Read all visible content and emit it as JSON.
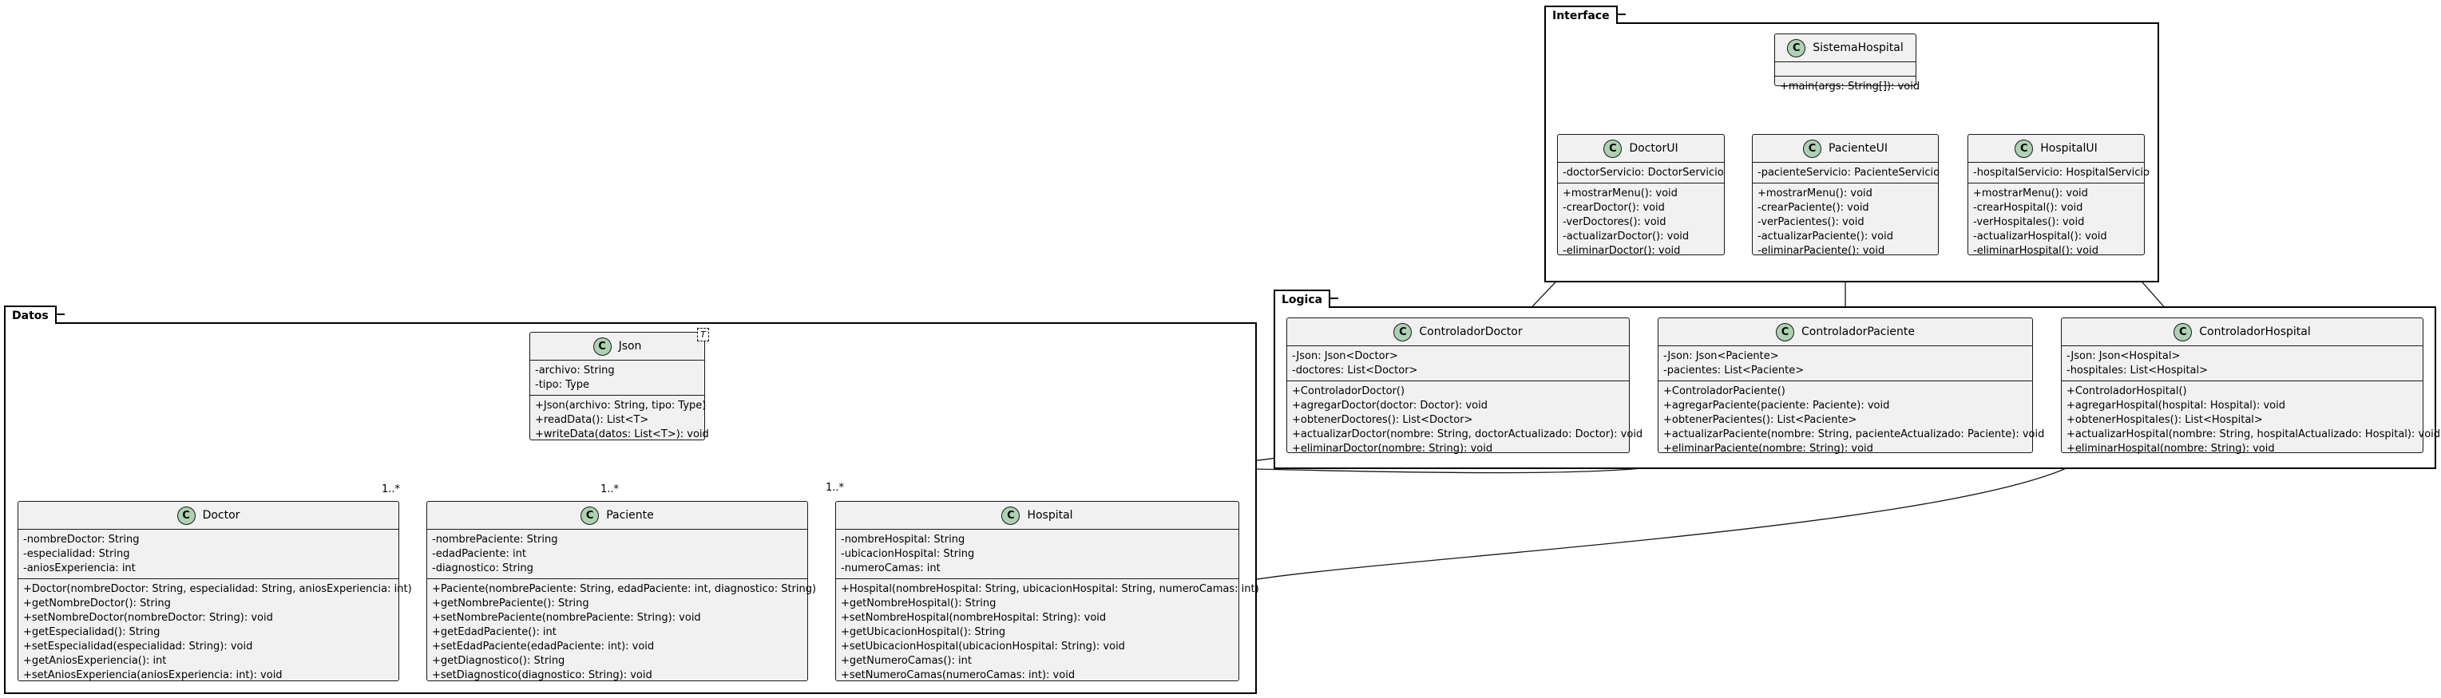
{
  "packages": {
    "interface": "Interface",
    "logica": "Logica",
    "datos": "Datos"
  },
  "class_icon": "C",
  "classes": {
    "sistema": {
      "name": "SistemaHospital",
      "attributes": [],
      "methods": [
        "+main(args: String[]): void"
      ]
    },
    "doctorui": {
      "name": "DoctorUI",
      "attributes": [
        "-doctorServicio: DoctorServicio"
      ],
      "methods": [
        "+mostrarMenu(): void",
        "-crearDoctor(): void",
        "-verDoctores(): void",
        "-actualizarDoctor(): void",
        "-eliminarDoctor(): void"
      ]
    },
    "pacienteui": {
      "name": "PacienteUI",
      "attributes": [
        "-pacienteServicio: PacienteServicio"
      ],
      "methods": [
        "+mostrarMenu(): void",
        "-crearPaciente(): void",
        "-verPacientes(): void",
        "-actualizarPaciente(): void",
        "-eliminarPaciente(): void"
      ]
    },
    "hospitalui": {
      "name": "HospitalUI",
      "attributes": [
        "-hospitalServicio: HospitalServicio"
      ],
      "methods": [
        "+mostrarMenu(): void",
        "-crearHospital(): void",
        "-verHospitales(): void",
        "-actualizarHospital(): void",
        "-eliminarHospital(): void"
      ]
    },
    "ctrldoctor": {
      "name": "ControladorDoctor",
      "attributes": [
        "-Json: Json<Doctor>",
        "-doctores: List<Doctor>"
      ],
      "methods": [
        "+ControladorDoctor()",
        "+agregarDoctor(doctor: Doctor): void",
        "+obtenerDoctores(): List<Doctor>",
        "+actualizarDoctor(nombre: String, doctorActualizado: Doctor): void",
        "+eliminarDoctor(nombre: String): void"
      ]
    },
    "ctrlpaciente": {
      "name": "ControladorPaciente",
      "attributes": [
        "-Json: Json<Paciente>",
        "-pacientes: List<Paciente>"
      ],
      "methods": [
        "+ControladorPaciente()",
        "+agregarPaciente(paciente: Paciente): void",
        "+obtenerPacientes(): List<Paciente>",
        "+actualizarPaciente(nombre: String, pacienteActualizado: Paciente): void",
        "+eliminarPaciente(nombre: String): void"
      ]
    },
    "ctrlhospital": {
      "name": "ControladorHospital",
      "attributes": [
        "-Json: Json<Hospital>",
        "-hospitales: List<Hospital>"
      ],
      "methods": [
        "+ControladorHospital()",
        "+agregarHospital(hospital: Hospital): void",
        "+obtenerHospitales(): List<Hospital>",
        "+actualizarHospital(nombre: String, hospitalActualizado: Hospital): void",
        "+eliminarHospital(nombre: String): void"
      ]
    },
    "json": {
      "name": "Json",
      "generic": "T",
      "attributes": [
        "-archivo: String",
        "-tipo: Type"
      ],
      "methods": [
        "+Json(archivo: String, tipo: Type)",
        "+readData(): List<T>",
        "+writeData(datos: List<T>): void"
      ]
    },
    "doctor": {
      "name": "Doctor",
      "attributes": [
        "-nombreDoctor: String",
        "-especialidad: String",
        "-aniosExperiencia: int"
      ],
      "methods": [
        "+Doctor(nombreDoctor: String, especialidad: String, aniosExperiencia: int)",
        "+getNombreDoctor(): String",
        "+setNombreDoctor(nombreDoctor: String): void",
        "+getEspecialidad(): String",
        "+setEspecialidad(especialidad: String): void",
        "+getAniosExperiencia(): int",
        "+setAniosExperiencia(aniosExperiencia: int): void"
      ]
    },
    "paciente": {
      "name": "Paciente",
      "attributes": [
        "-nombrePaciente: String",
        "-edadPaciente: int",
        "-diagnostico: String"
      ],
      "methods": [
        "+Paciente(nombrePaciente: String, edadPaciente: int, diagnostico: String)",
        "+getNombrePaciente(): String",
        "+setNombrePaciente(nombrePaciente: String): void",
        "+getEdadPaciente(): int",
        "+setEdadPaciente(edadPaciente: int): void",
        "+getDiagnostico(): String",
        "+setDiagnostico(diagnostico: String): void"
      ]
    },
    "hospital": {
      "name": "Hospital",
      "attributes": [
        "-nombreHospital: String",
        "-ubicacionHospital: String",
        "-numeroCamas: int"
      ],
      "methods": [
        "+Hospital(nombreHospital: String, ubicacionHospital: String, numeroCamas: int)",
        "+getNombreHospital(): String",
        "+setNombreHospital(nombreHospital: String): void",
        "+getUbicacionHospital(): String",
        "+setUbicacionHospital(ubicacionHospital: String): void",
        "+getNumeroCamas(): int",
        "+setNumeroCamas(numeroCamas: int): void"
      ]
    }
  },
  "multiplicities": {
    "json_doctor": "1..*",
    "json_paciente": "1..*",
    "json_hospital": "1..*"
  }
}
